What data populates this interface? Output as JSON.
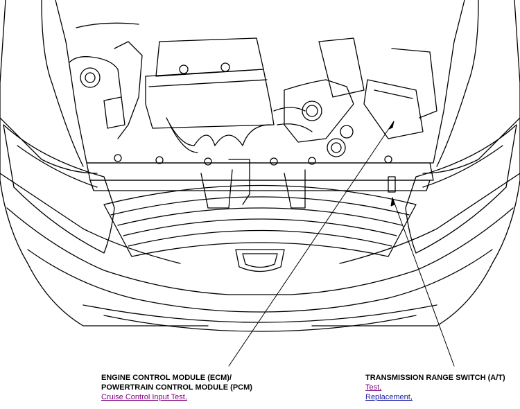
{
  "colors": {
    "line": "#000000",
    "visited_link": "#800080",
    "link": "#1a1aa6",
    "background": "#ffffff"
  },
  "callouts": {
    "ecm": {
      "title_line1": "ENGINE CONTROL MODULE (ECM)/",
      "title_line2": "POWERTRAIN CONTROL MODULE (PCM)",
      "links": [
        "Cruise Control Input Test,"
      ]
    },
    "trs": {
      "title": "TRANSMISSION RANGE SWITCH (A/T)",
      "links": [
        "Test,",
        "Replacement,"
      ]
    }
  }
}
